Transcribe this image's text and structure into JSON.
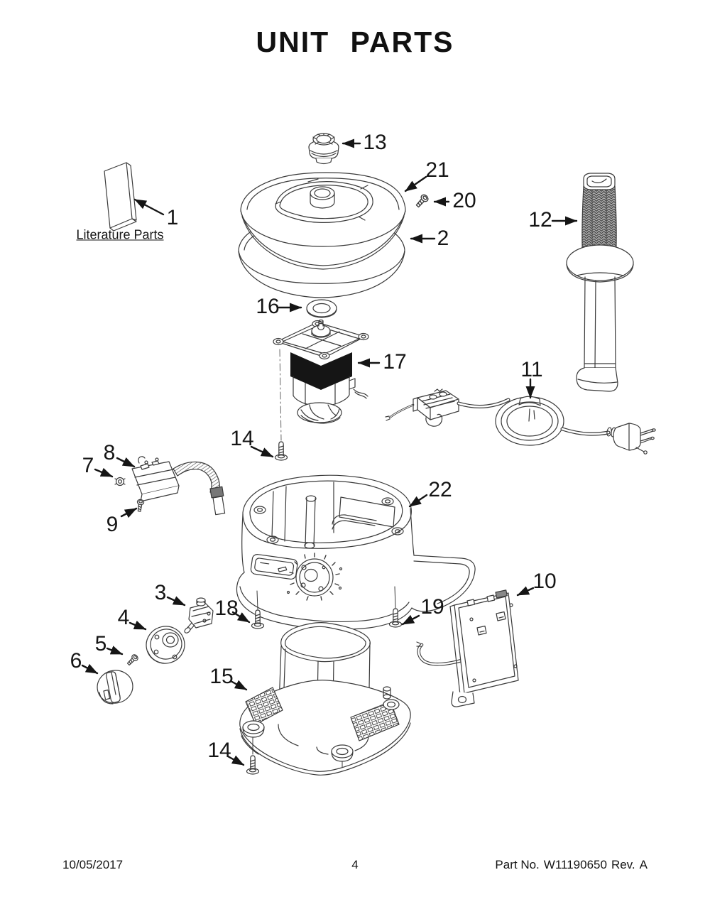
{
  "title": "UNIT PARTS",
  "literature": {
    "label": "Literature Parts"
  },
  "callouts": {
    "1": "1",
    "2": "2",
    "3": "3",
    "4": "4",
    "5": "5",
    "6": "6",
    "7": "7",
    "8": "8",
    "9": "9",
    "10": "10",
    "11": "11",
    "12": "12",
    "13": "13",
    "14": "14",
    "15": "15",
    "16": "16",
    "17": "17",
    "18": "18",
    "19": "19",
    "20": "20",
    "21": "21",
    "22": "22"
  },
  "footer": {
    "date": "10/05/2017",
    "page": "4",
    "part_label": "Part No.",
    "part_number": "W11190650",
    "rev_label": "Rev.",
    "rev": "A"
  },
  "colors": {
    "ink": "#151515",
    "line": "#3a3a3a",
    "motor_band": "#151515"
  }
}
